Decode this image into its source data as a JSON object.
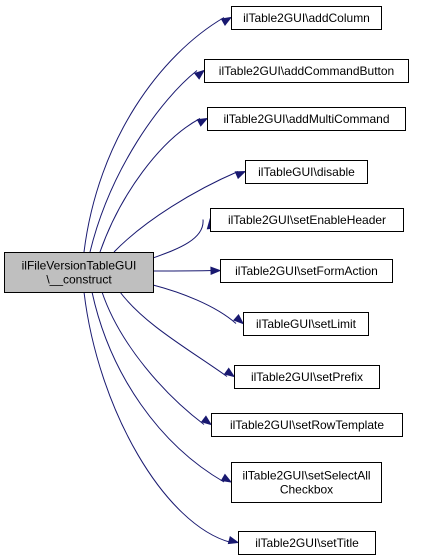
{
  "diagram": {
    "type": "call-graph",
    "edge_color": "#191970",
    "root_fill": "#bfbfbf",
    "root": {
      "id": "root",
      "lines": [
        "ilFileVersionTableGUI",
        "\\__construct"
      ]
    },
    "callees": [
      {
        "id": "c0",
        "lines": [
          "ilTable2GUI\\addColumn"
        ]
      },
      {
        "id": "c1",
        "lines": [
          "ilTable2GUI\\addCommandButton"
        ]
      },
      {
        "id": "c2",
        "lines": [
          "ilTable2GUI\\addMultiCommand"
        ]
      },
      {
        "id": "c3",
        "lines": [
          "ilTableGUI\\disable"
        ]
      },
      {
        "id": "c4",
        "lines": [
          "ilTable2GUI\\setEnableHeader"
        ]
      },
      {
        "id": "c5",
        "lines": [
          "ilTable2GUI\\setFormAction"
        ]
      },
      {
        "id": "c6",
        "lines": [
          "ilTableGUI\\setLimit"
        ]
      },
      {
        "id": "c7",
        "lines": [
          "ilTable2GUI\\setPrefix"
        ]
      },
      {
        "id": "c8",
        "lines": [
          "ilTable2GUI\\setRowTemplate"
        ]
      },
      {
        "id": "c9",
        "lines": [
          "ilTable2GUI\\setSelectAll",
          "Checkbox"
        ]
      },
      {
        "id": "c10",
        "lines": [
          "ilTable2GUI\\setTitle"
        ]
      }
    ]
  }
}
